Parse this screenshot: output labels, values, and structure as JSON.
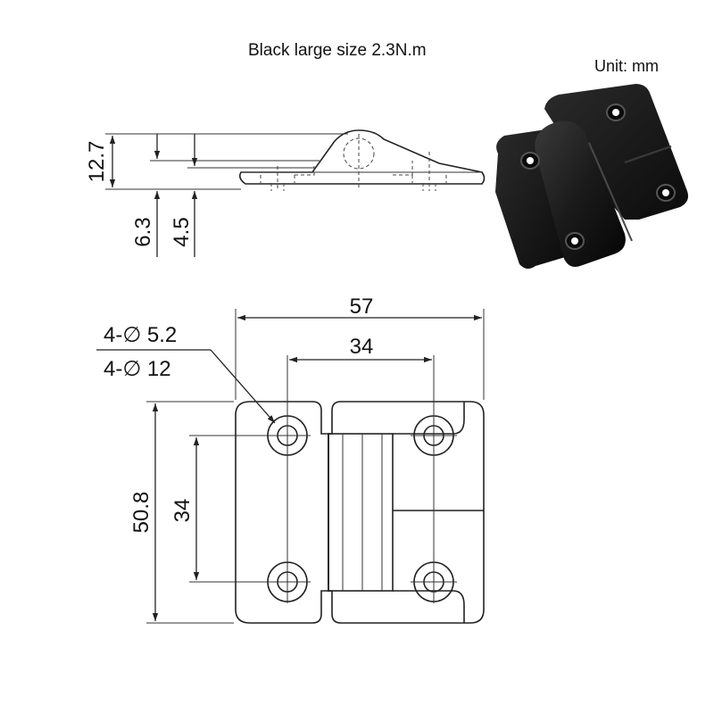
{
  "title": "Black large size 2.3N.m",
  "unit_label": "Unit:  mm",
  "side_view": {
    "dims": {
      "height_total": "12.7",
      "height_base": "6.3",
      "thickness": "4.5"
    }
  },
  "front_view": {
    "dims": {
      "width_total": "57",
      "hole_pitch_x": "34",
      "height_total": "50.8",
      "hole_pitch_y": "34"
    },
    "hole_callouts": [
      "4-∅ 5.2",
      "4-∅ 12"
    ]
  },
  "colors": {
    "line": "#222222",
    "product": "#141414",
    "background": "#ffffff"
  }
}
